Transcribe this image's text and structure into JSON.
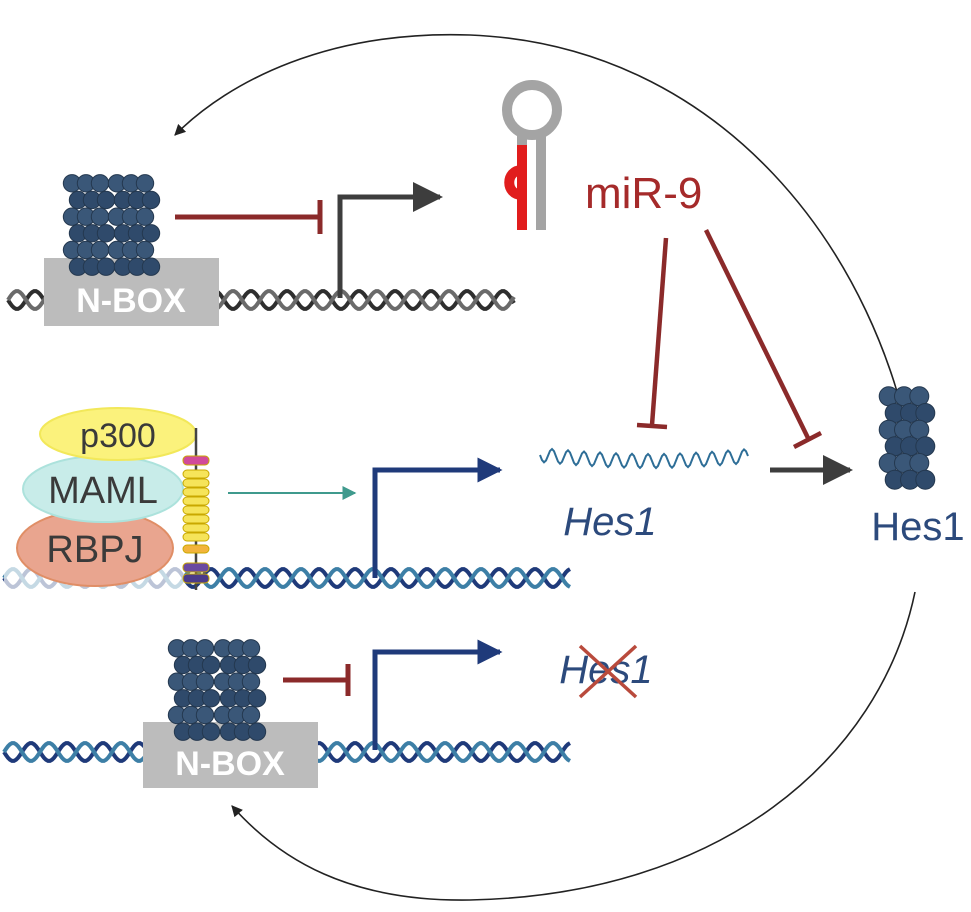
{
  "labels": {
    "nbox_top": "N-BOX",
    "nbox_bottom": "N-BOX",
    "mir9": "miR-9",
    "p300": "p300",
    "maml": "MAML",
    "rbpj": "RBPJ",
    "hes1_mrna": "Hes1",
    "hes1_protein": "Hes1",
    "hes1_repressed": "Hes1"
  },
  "colors": {
    "dark_red": "#8b2a2a",
    "dark_gray": "#3d3d3d",
    "navy": "#1f3a7a",
    "teal": "#3f9a8d",
    "mir_text": "#a52a2a",
    "hes_text": "#2c4a7c",
    "protein": "#2f4a6b",
    "nbox_fill": "#bcbcbc",
    "p300_fill": "#fbf27c",
    "maml_fill": "#c8ece9",
    "rbpj_fill": "#e9a58f",
    "cross": "#b94a3c"
  }
}
